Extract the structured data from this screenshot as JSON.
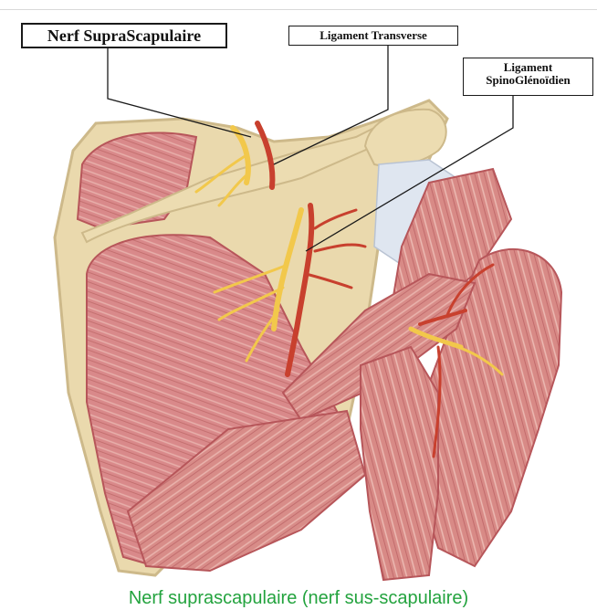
{
  "labels": {
    "nerf": "Nerf SupraScapulaire",
    "transverse": "Ligament Transverse",
    "spino_line1": "Ligament",
    "spino_line2": "SpinoGlénoïdien"
  },
  "caption": "Nerf suprascapulaire (nerf sus-scapulaire)",
  "colors": {
    "bone": "#ead9ad",
    "bone_outline": "#cdb98a",
    "muscle": "#d98b86",
    "muscle_dark": "#b7565a",
    "muscle_light": "#f2c4bd",
    "nerve": "#f2c84b",
    "artery": "#c8402e",
    "ligament": "#dfe6f0",
    "caption": "#23a33e"
  }
}
